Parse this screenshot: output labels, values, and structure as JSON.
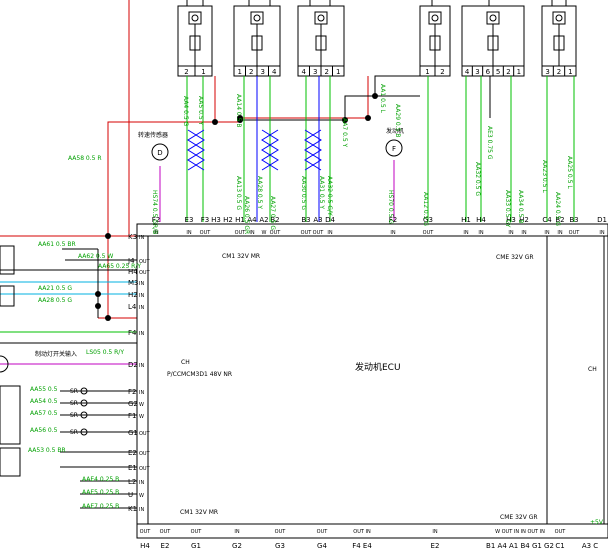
{
  "ecu": {
    "title": "发动机ECU",
    "cm1_top": "CM1 32V MR",
    "cme_top": "CME 32V GR",
    "cm1_bottom": "CM1 32V MR",
    "cme_bottom": "CME 32V GR",
    "ch_left": "CH",
    "ch_left_sub": "P/CCMCM3D1 48V NR",
    "ch_right": "CH",
    "plus5v": "+5V"
  },
  "top_pins": [
    {
      "name": "F2",
      "io": "IN"
    },
    {
      "name": "E3",
      "io": "IN"
    },
    {
      "name": "F3",
      "io": "OUT"
    },
    {
      "name": "H3",
      "io": ""
    },
    {
      "name": "H2",
      "io": ""
    },
    {
      "name": "H1",
      "io": "OUT"
    },
    {
      "name": "A4",
      "io": "IN"
    },
    {
      "name": "A2",
      "io": "W"
    },
    {
      "name": "B2",
      "io": "OUT"
    },
    {
      "name": "B3",
      "io": "OUT"
    },
    {
      "name": "A3",
      "io": "OUT"
    },
    {
      "name": "D4",
      "io": "IN"
    },
    {
      "name": "F2",
      "io": "IN"
    },
    {
      "name": "G3",
      "io": "OUT"
    },
    {
      "name": "H1",
      "io": "IN"
    },
    {
      "name": "H4",
      "io": "IN"
    },
    {
      "name": "H3",
      "io": "IN"
    },
    {
      "name": "H2",
      "io": "IN"
    },
    {
      "name": "C4",
      "io": "IN"
    },
    {
      "name": "B2",
      "io": "IN"
    },
    {
      "name": "B3",
      "io": "OUT"
    },
    {
      "name": "D1",
      "io": "IN"
    }
  ],
  "left_pins": [
    {
      "name": "K3",
      "io": "IN"
    },
    {
      "name": "J4",
      "io": "OUT"
    },
    {
      "name": "H4",
      "io": "OUT"
    },
    {
      "name": "M3",
      "io": "IN"
    },
    {
      "name": "H2",
      "io": "IN"
    },
    {
      "name": "L4",
      "io": "IN"
    },
    {
      "name": "F4",
      "io": "IN"
    },
    {
      "name": "D2",
      "io": "IN"
    },
    {
      "name": "F2",
      "io": "IN"
    },
    {
      "name": "G2",
      "io": "W"
    },
    {
      "name": "F1",
      "io": "W"
    },
    {
      "name": "G1",
      "io": "OUT"
    },
    {
      "name": "E2",
      "io": "OUT"
    },
    {
      "name": "E1",
      "io": "OUT"
    },
    {
      "name": "L2",
      "io": "IN"
    },
    {
      "name": "U",
      "io": "W"
    },
    {
      "name": "K1",
      "io": "IN"
    }
  ],
  "bottom_pins": [
    {
      "name": "H4",
      "io": "OUT"
    },
    {
      "name": "E2",
      "io": "OUT"
    },
    {
      "name": "G1",
      "io": "OUT"
    },
    {
      "name": "G2",
      "io": "IN"
    },
    {
      "name": "G3",
      "io": "OUT"
    },
    {
      "name": "G4",
      "io": "OUT"
    },
    {
      "name": "F4 E4",
      "io": "OUT IN"
    },
    {
      "name": "E2",
      "io": "IN"
    },
    {
      "name": "B1 A4 A1 B4 G1 G2",
      "io": "W OUT IN IN OUT IN"
    },
    {
      "name": "C1",
      "io": "OUT"
    },
    {
      "name": "A3 C",
      "io": ""
    }
  ],
  "wires": [
    {
      "id": "AA58",
      "spec": "0.5 R"
    },
    {
      "id": "AA4",
      "spec": "0.5 G"
    },
    {
      "id": "AA5",
      "spec": "0.5 Y"
    },
    {
      "id": "AA14",
      "spec": "0.5 B"
    },
    {
      "id": "AA7",
      "spec": "0.5 Y"
    },
    {
      "id": "AA1",
      "spec": "0.5 L"
    },
    {
      "id": "AA29",
      "spec": "0.5 B"
    },
    {
      "id": "AE3",
      "spec": "0.75 G"
    },
    {
      "id": "AA32",
      "spec": "0.5 G"
    },
    {
      "id": "AA23",
      "spec": "0.5 L"
    },
    {
      "id": "AA25",
      "spec": "0.5 L"
    },
    {
      "id": "HS74",
      "spec": "0.5 GR/B"
    },
    {
      "id": "AA13",
      "spec": "0.5 G"
    },
    {
      "id": "AA28",
      "spec": "0.5 Y"
    },
    {
      "id": "AA26",
      "spec": "0.5 GR"
    },
    {
      "id": "AA27",
      "spec": "0.5 G"
    },
    {
      "id": "AA30",
      "spec": "0.5 G"
    },
    {
      "id": "AA31",
      "spec": "0.5 Y"
    },
    {
      "id": "AA32",
      "spec": "0.5 G/Y"
    },
    {
      "id": "HS70",
      "spec": "0.5 G"
    },
    {
      "id": "AA12",
      "spec": "0.5 G"
    },
    {
      "id": "AA33",
      "spec": "0.5 GY"
    },
    {
      "id": "AA34",
      "spec": "0.5 B"
    },
    {
      "id": "AA24",
      "spec": "0.5 G"
    },
    {
      "id": "AA61",
      "spec": "0.5 BR"
    },
    {
      "id": "AA62",
      "spec": "0.5 W"
    },
    {
      "id": "AA65",
      "spec": "0.25 R/Y"
    },
    {
      "id": "AA21",
      "spec": "0.5 G"
    },
    {
      "id": "AA28",
      "spec": "0.5 G"
    },
    {
      "id": "LS05",
      "spec": "0.5 R/Y"
    },
    {
      "id": "AA55",
      "spec": "0.5"
    },
    {
      "id": "AA54",
      "spec": "0.5"
    },
    {
      "id": "AA57",
      "spec": "0.5"
    },
    {
      "id": "AA56",
      "spec": "0.5"
    },
    {
      "id": "AA53",
      "spec": "0.5 BR"
    },
    {
      "id": "AAE4",
      "spec": "0.25 B"
    },
    {
      "id": "AAE5",
      "spec": "0.25 B"
    },
    {
      "id": "AAE7",
      "spec": "0.25 B"
    }
  ],
  "labels": {
    "sensor_d_title": "转速传感器",
    "sensor_d_letter": "D",
    "sensor_f_title": "发动机",
    "sensor_f_letter": "F",
    "switch_input": "制动灯开关输入",
    "sr": "SR"
  },
  "connectors": [
    {
      "pins": [
        "2",
        "1"
      ]
    },
    {
      "pins": [
        "1",
        "2",
        "3",
        "4"
      ]
    },
    {
      "pins": [
        "4",
        "3",
        "2",
        "1"
      ]
    },
    {
      "pins": [
        "1",
        "2"
      ]
    },
    {
      "pins": [
        "4",
        "3",
        "6",
        "5",
        "2",
        "1"
      ]
    },
    {
      "pins": [
        "3",
        "2",
        "1"
      ]
    }
  ]
}
